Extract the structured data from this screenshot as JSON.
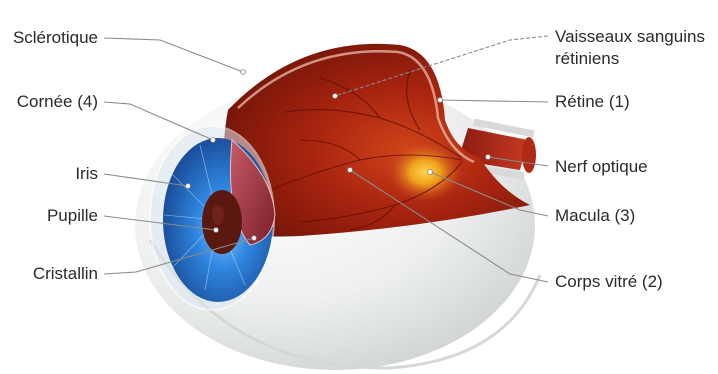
{
  "labels": {
    "sclerotique": "Sclérotique",
    "cornee": "Cornée (4)",
    "iris": "Iris",
    "pupille": "Pupille",
    "cristallin": "Cristallin",
    "vaisseaux_line1": "Vaisseaux sanguins",
    "vaisseaux_line2": "rétiniens",
    "retine": "Rétine (1)",
    "nerf": "Nerf optique",
    "macula": "Macula (3)",
    "corps_vitre": "Corps vitré (2)"
  },
  "colors": {
    "sclera": "#e9eaea",
    "interior": "#9a1d10",
    "macula": "#f0a21d",
    "iris": "#2a77d2",
    "pupil": "#5a1810"
  }
}
